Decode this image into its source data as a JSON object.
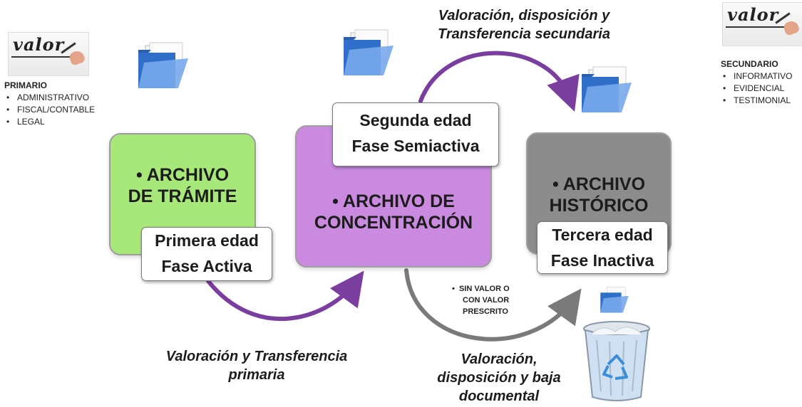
{
  "logos": {
    "word": "valor"
  },
  "primary_value": {
    "heading": "PRIMARIO",
    "items": [
      "ADMINISTRATIVO",
      "FISCAL/CONTABLE",
      "LEGAL"
    ]
  },
  "secondary_value": {
    "heading": "SECUNDARIO",
    "items": [
      "INFORMATIVO",
      "EVIDENCIAL",
      "TESTIMONIAL"
    ]
  },
  "stages": {
    "tramite": {
      "title_line1": "• ARCHIVO",
      "title_line2": "DE TRÁMITE",
      "age": "Primera edad",
      "phase": "Fase Activa",
      "color": "#a8e87a"
    },
    "concentracion": {
      "title_line1": "• ARCHIVO DE",
      "title_line2": "CONCENTRACIÓN",
      "age": "Segunda edad",
      "phase": "Fase Semiactiva",
      "color": "#c98ae0"
    },
    "historico": {
      "title_line1": "• ARCHIVO",
      "title_line2": "HISTÓRICO",
      "age": "Tercera edad",
      "phase": "Fase Inactiva",
      "color": "#8c8c8c"
    }
  },
  "transfers": {
    "top_line1": "Valoración, disposición y",
    "top_line2": "Transferencia secundaria",
    "bottom_left_line1": "Valoración y Transferencia",
    "bottom_left_line2": "primaria",
    "bottom_right_line1": "Valoración,",
    "bottom_right_line2": "disposición y baja",
    "bottom_right_line3": "documental"
  },
  "no_value_note": {
    "line1": "SIN VALOR O",
    "line2": "CON VALOR",
    "line3": "PRESCRITO"
  },
  "colors": {
    "arrow_purple": "#7a3f9e",
    "arrow_gray": "#7a7a7a"
  },
  "icons": [
    "folder-icon",
    "recycle-bin-icon",
    "valor-logo"
  ]
}
